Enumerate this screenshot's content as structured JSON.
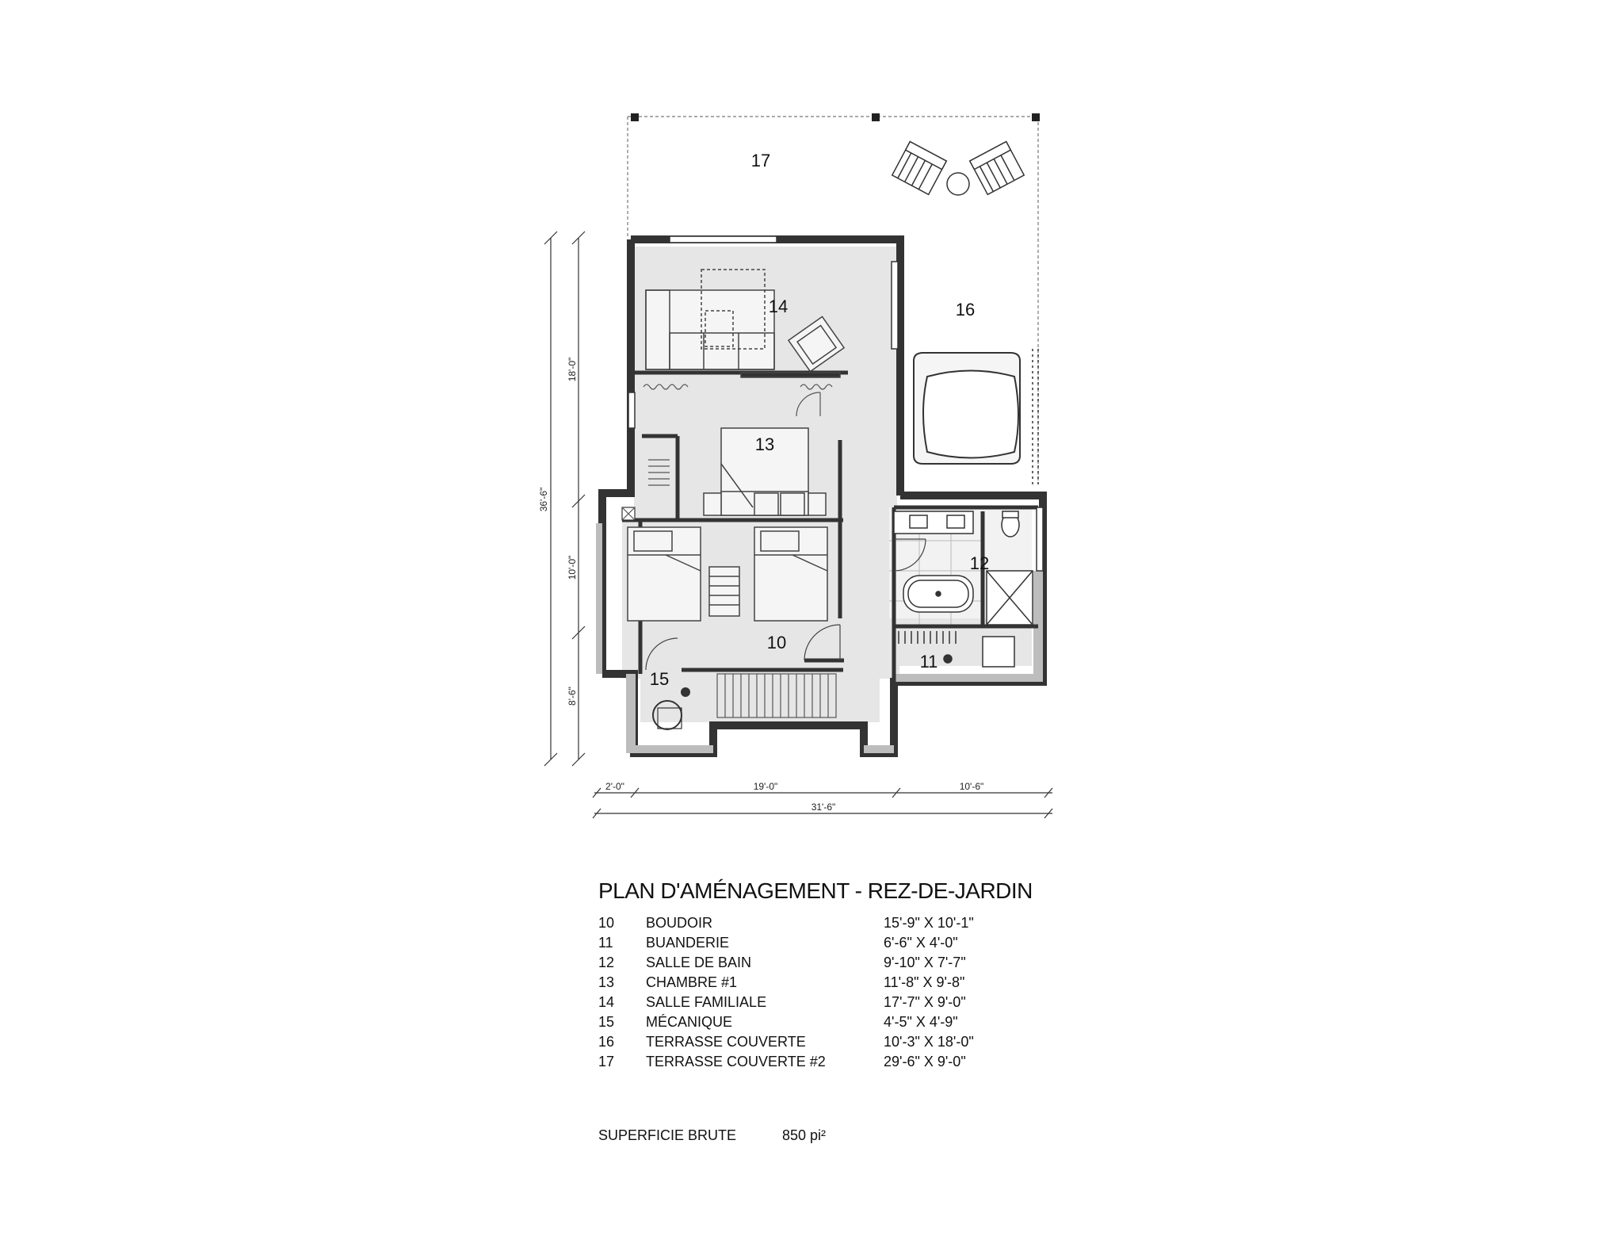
{
  "plan": {
    "title": "PLAN D'AMÉNAGEMENT - REZ-DE-JARDIN",
    "rooms": [
      {
        "num": "10",
        "name": "BOUDOIR",
        "dims": "15'-9\" X 10'-1\""
      },
      {
        "num": "11",
        "name": "BUANDERIE",
        "dims": "6'-6\" X 4'-0\""
      },
      {
        "num": "12",
        "name": "SALLE DE BAIN",
        "dims": "9'-10\" X 7'-7\""
      },
      {
        "num": "13",
        "name": "CHAMBRE #1",
        "dims": "11'-8\" X 9'-8\""
      },
      {
        "num": "14",
        "name": "SALLE FAMILIALE",
        "dims": "17'-7\" X 9'-0\""
      },
      {
        "num": "15",
        "name": "MÉCANIQUE",
        "dims": "4'-5\" X 4'-9\""
      },
      {
        "num": "16",
        "name": "TERRASSE COUVERTE",
        "dims": "10'-3\" X 18'-0\""
      },
      {
        "num": "17",
        "name": "TERRASSE COUVERTE #2",
        "dims": "29'-6\" X 9'-0\""
      }
    ],
    "area_label": "SUPERFICIE BRUTE",
    "area_value": "850 pi²"
  },
  "dimensions": {
    "vertical_total": "36'-6\"",
    "vertical_top": "18'-0\"",
    "vertical_mid": "10'-0\"",
    "vertical_bottom": "8'-6\"",
    "horizontal_left": "2'-0\"",
    "horizontal_mid": "19'-0\"",
    "horizontal_right": "10'-6\"",
    "horizontal_total": "31'-6\""
  },
  "colors": {
    "wall": "#333333",
    "floor": "#e6e6e6",
    "tile": "#f2f2f2"
  }
}
